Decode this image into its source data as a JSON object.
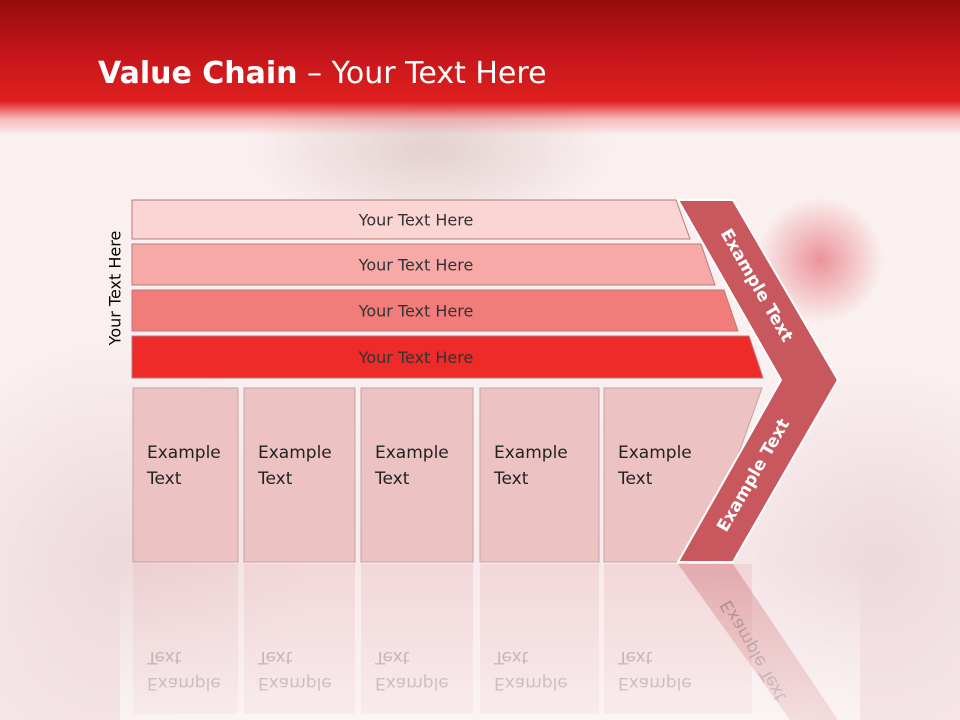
{
  "slide": {
    "title_bold": "Value Chain",
    "title_rest": " – Your Text Here",
    "vertical_label": "Your Text Here"
  },
  "bars": [
    {
      "label": "Your Text Here",
      "color": "#fbd4d4"
    },
    {
      "label": "Your Text Here",
      "color": "#f7a9a8"
    },
    {
      "label": "Your Text Here",
      "color": "#f27c79"
    },
    {
      "label": "Your Text Here",
      "color": "#ee2b29"
    }
  ],
  "boxes": [
    {
      "line1": "Example",
      "line2": "Text"
    },
    {
      "line1": "Example",
      "line2": "Text"
    },
    {
      "line1": "Example",
      "line2": "Text"
    },
    {
      "line1": "Example",
      "line2": "Text"
    },
    {
      "line1": "Example",
      "line2": "Text"
    }
  ],
  "chevron": {
    "upper_label": "Example Text",
    "lower_label": "Example Text",
    "color": "#c8585e"
  },
  "colors": {
    "header": "#c0141a",
    "box_fill": "#ecc2c3",
    "box_stroke": "#c4a2a4"
  }
}
